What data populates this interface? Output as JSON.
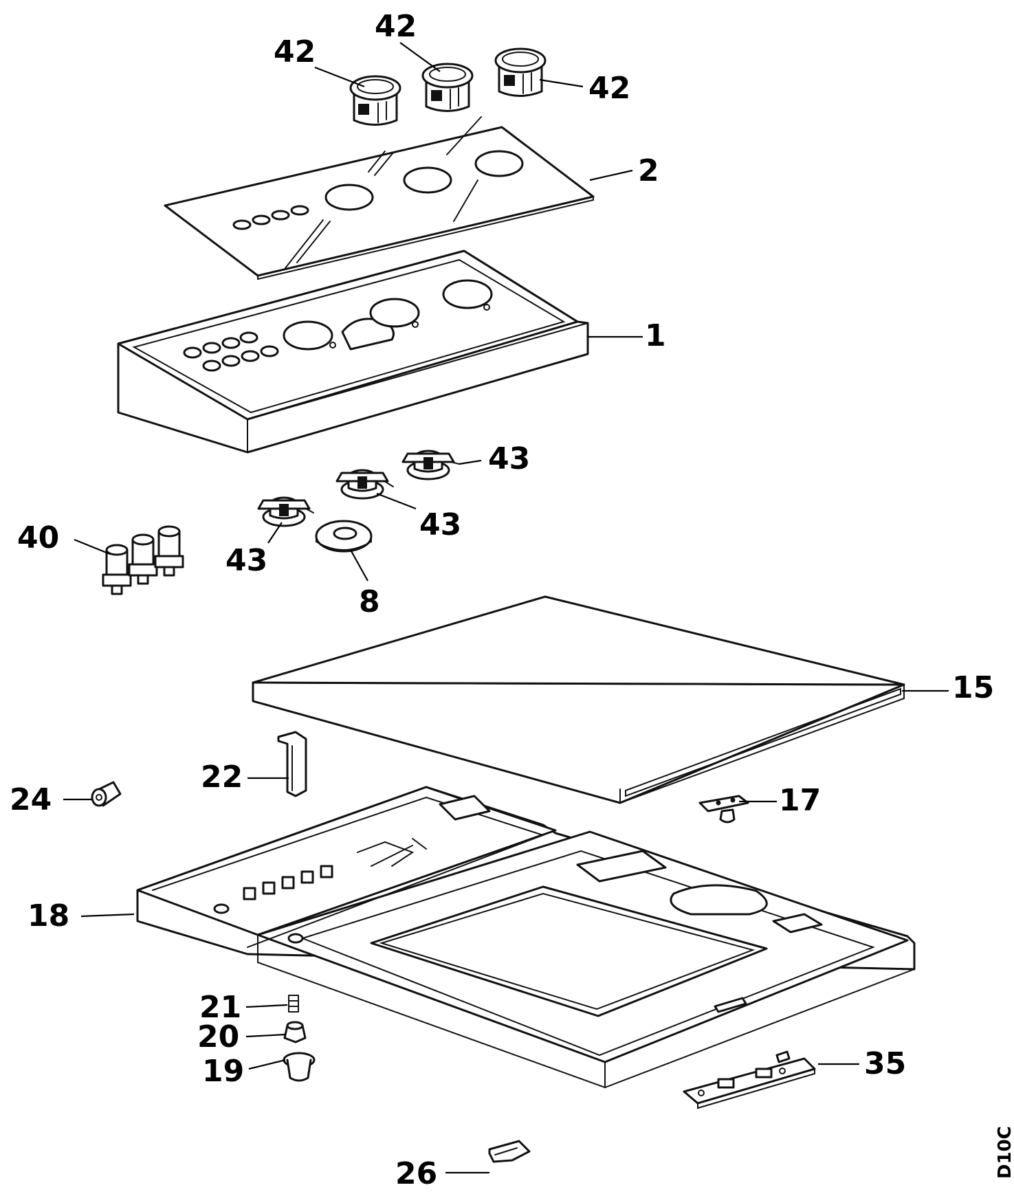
{
  "diagram": {
    "drawing_code": "D10C",
    "labels": {
      "p42a": "42",
      "p42b": "42",
      "p42c": "42",
      "p2": "2",
      "p1": "1",
      "p43a": "43",
      "p43b": "43",
      "p43c": "43",
      "p40": "40",
      "p8": "8",
      "p15": "15",
      "p22": "22",
      "p24": "24",
      "p17": "17",
      "p18": "18",
      "p21": "21",
      "p20": "20",
      "p19": "19",
      "p35": "35",
      "p26": "26"
    }
  }
}
